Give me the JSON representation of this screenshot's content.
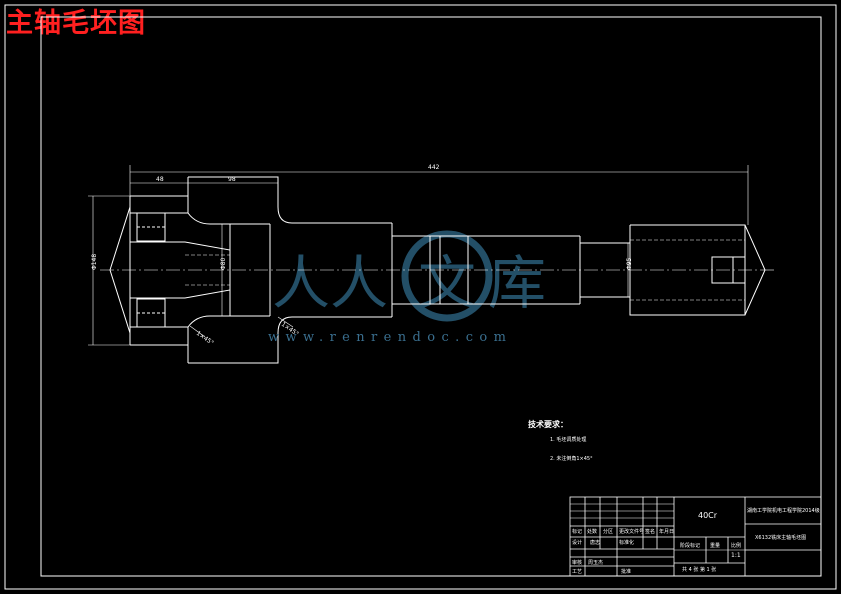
{
  "title": "主轴毛坯图",
  "watermark": {
    "chars": [
      "人",
      "人",
      "文",
      "库"
    ],
    "url": "www.renrendoc.com"
  },
  "dimensions": {
    "overall_length": "442",
    "left_len_a": "48",
    "left_len_b": "98",
    "dia_left": "Φ148",
    "dia_mid": "Φ80",
    "dia_right": "Φ95",
    "chamfer": "1×45°"
  },
  "tech_requirements": {
    "heading": "技术要求：",
    "items": [
      "1. 毛坯调质处理",
      "2. 未注倒角1×45°"
    ]
  },
  "title_block": {
    "material": "40Cr",
    "school": "湖南工学院机电工程学院2014级",
    "drawing_name": "X6132铣床主轴毛坯图",
    "scale": "1:1",
    "sheet_info": "共 4 张  第 1 张",
    "header_cells": [
      "标记",
      "处数",
      "分区",
      "更改文件号",
      "签名",
      "年月日"
    ],
    "design_label": "设计",
    "design_name": "唐志",
    "standard_label": "标准化",
    "check_label": "审核",
    "check_name": "周玉杰",
    "process_label": "工艺",
    "approve_label": "批准",
    "stage_label": "阶段标记",
    "weight_label": "重量",
    "scale_label": "比例"
  }
}
